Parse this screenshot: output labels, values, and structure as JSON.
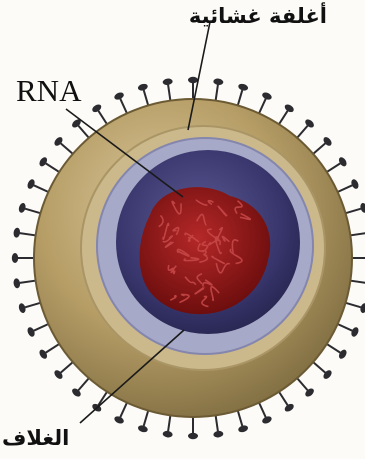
{
  "labels": {
    "membrane_caption": "أغلفة غشائية",
    "rna_caption": "RNA",
    "envelope_caption": "الغلاف"
  },
  "colors": {
    "background": "#fcfbf8",
    "envelope_outer": "#b69d66",
    "envelope_inner": "#7f6d41",
    "membrane_band": "#cbb88b",
    "capsid_layer": "#a7a9c8",
    "core": "#37356b",
    "rna_mass": "#8a1717",
    "spike": "#2c2b2f",
    "leader_line": "#1a1a1a"
  },
  "icons": {
    "spike": "glycoprotein-spike-icon"
  }
}
